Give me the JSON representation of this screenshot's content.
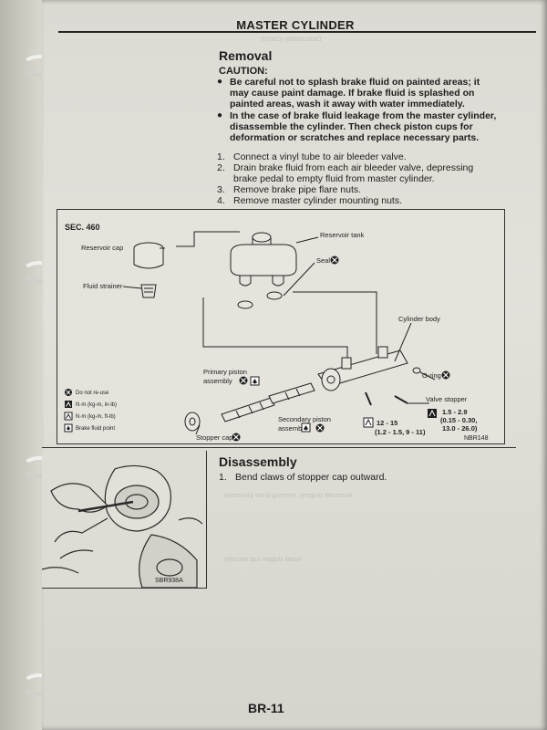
{
  "header": {
    "title": "MASTER CYLINDER"
  },
  "removal": {
    "title": "Removal",
    "caution_label": "CAUTION:",
    "bullets": [
      "Be careful not to splash brake fluid on painted areas; it may cause paint damage. If brake fluid is splashed on painted areas, wash it away with water immediately.",
      "In the case of brake fluid leakage from the master cylinder, disassemble the cylinder. Then check piston cups for deformation or scratches and replace necessary parts."
    ],
    "steps": [
      {
        "num": "1.",
        "text": "Connect a vinyl tube to air bleeder valve."
      },
      {
        "num": "2.",
        "text": "Drain brake fluid from each air bleeder valve, depressing brake pedal to empty fluid from master cylinder."
      },
      {
        "num": "3.",
        "text": "Remove brake pipe flare nuts."
      },
      {
        "num": "4.",
        "text": "Remove master cylinder mounting nuts."
      }
    ]
  },
  "figure": {
    "section": "SEC. 460",
    "code": "NBR148",
    "labels": {
      "reservoir_cap": "Reservoir cap",
      "fluid_strainer": "Fluid strainer",
      "reservoir_tank": "Reservoir tank",
      "seal": "Seal",
      "cylinder_body": "Cylinder body",
      "o_ring": "O-ring",
      "valve_stopper": "Valve stopper",
      "primary_piston_1": "Primary piston",
      "primary_piston_2": "assembly",
      "secondary_piston_1": "Secondary piston",
      "secondary_piston_2": "assembly",
      "stopper_cap": "Stopper cap"
    },
    "legend": [
      "Do not re-use",
      "N·m (kg-m, in-lb)",
      "N·m (kg-m, ft-lb)",
      "Brake fluid point"
    ],
    "torque_1": {
      "value": "12 - 15",
      "range": "(1.2 - 1.5, 9 - 11)"
    },
    "torque_2": {
      "value": "1.5 - 2.9",
      "range1": "(0.15 - 0.30,",
      "range2": "13.0 - 26.0)"
    }
  },
  "disassembly": {
    "title": "Disassembly",
    "steps": [
      {
        "num": "1.",
        "text": "Bend claws of stopper cap outward."
      }
    ]
  },
  "photo": {
    "code": "SBR938A"
  },
  "page_number": "BR-11"
}
